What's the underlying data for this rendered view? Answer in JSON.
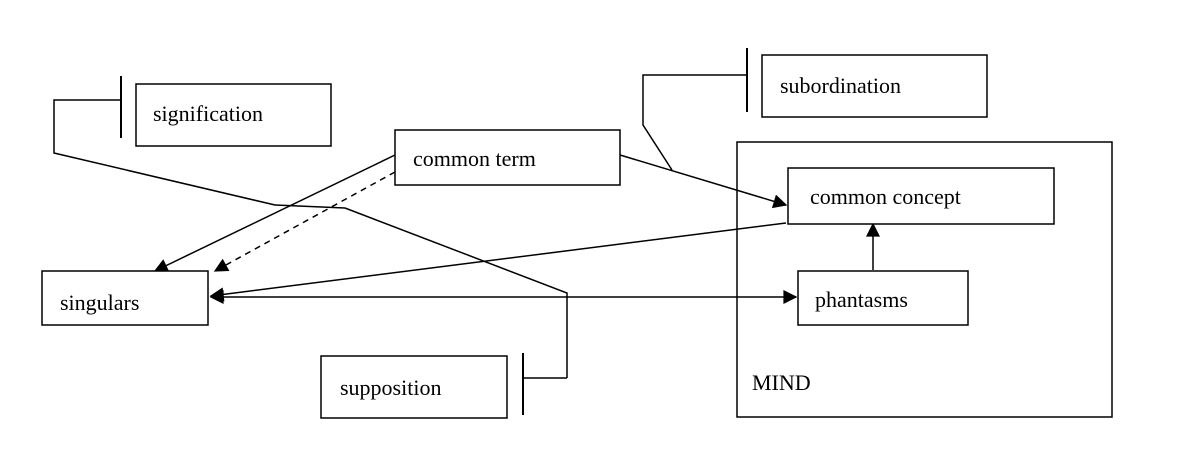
{
  "diagram": {
    "mind_label": "MIND",
    "nodes": {
      "signification": "signification",
      "common_term": "common term",
      "subordination": "subordination",
      "common_concept": "common concept",
      "singulars": "singulars",
      "phantasms": "phantasms",
      "supposition": "supposition"
    },
    "colors": {
      "line": "#000000",
      "background": "#ffffff"
    }
  }
}
